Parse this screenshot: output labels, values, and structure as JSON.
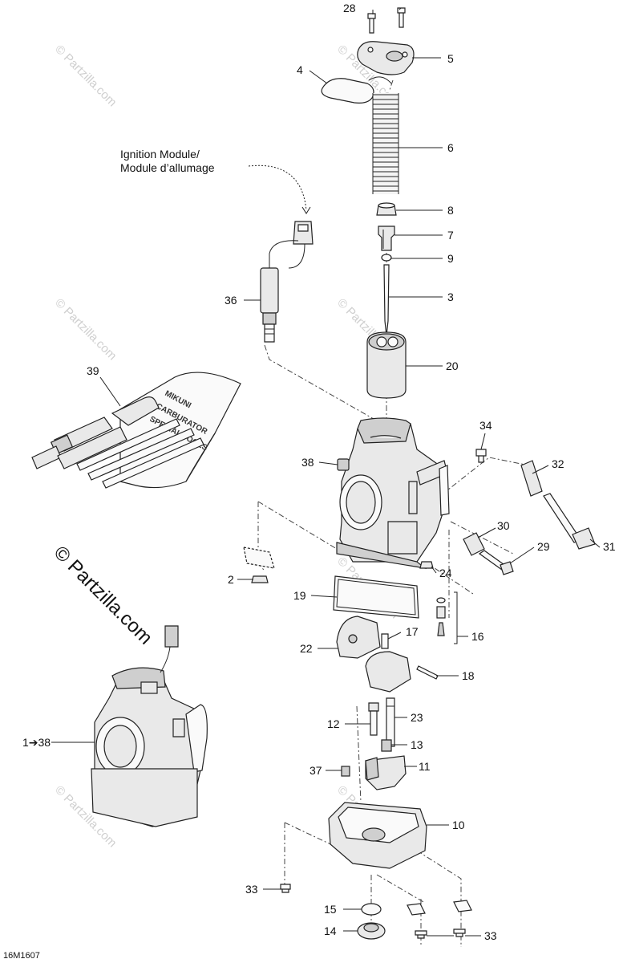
{
  "diagram": {
    "drawing_code": "16M1607",
    "annotation_lines": [
      "Ignition Module/",
      "Module d’allumage"
    ],
    "watermark": "© Partzilla.com",
    "assembly_label": "1➔38",
    "tool_kit_text": [
      "MIKUNI",
      "CARBURATOR",
      "SPECIAL TOOLS"
    ],
    "callouts": [
      {
        "id": "c28",
        "text": "28"
      },
      {
        "id": "c5",
        "text": "5"
      },
      {
        "id": "c4",
        "text": "4"
      },
      {
        "id": "c6",
        "text": "6"
      },
      {
        "id": "c8",
        "text": "8"
      },
      {
        "id": "c7",
        "text": "7"
      },
      {
        "id": "c9",
        "text": "9"
      },
      {
        "id": "c36",
        "text": "36"
      },
      {
        "id": "c3",
        "text": "3"
      },
      {
        "id": "c39",
        "text": "39"
      },
      {
        "id": "c20",
        "text": "20"
      },
      {
        "id": "c34",
        "text": "34"
      },
      {
        "id": "c38",
        "text": "38"
      },
      {
        "id": "c32",
        "text": "32"
      },
      {
        "id": "c31",
        "text": "31"
      },
      {
        "id": "c30",
        "text": "30"
      },
      {
        "id": "c29",
        "text": "29"
      },
      {
        "id": "c2",
        "text": "2"
      },
      {
        "id": "c24",
        "text": "24"
      },
      {
        "id": "c19",
        "text": "19"
      },
      {
        "id": "c17",
        "text": "17"
      },
      {
        "id": "c16",
        "text": "16"
      },
      {
        "id": "c22",
        "text": "22"
      },
      {
        "id": "c18",
        "text": "18"
      },
      {
        "id": "c23",
        "text": "23"
      },
      {
        "id": "c12",
        "text": "12"
      },
      {
        "id": "c13",
        "text": "13"
      },
      {
        "id": "c37",
        "text": "37"
      },
      {
        "id": "c11",
        "text": "11"
      },
      {
        "id": "c10",
        "text": "10"
      },
      {
        "id": "c33a",
        "text": "33"
      },
      {
        "id": "c15",
        "text": "15"
      },
      {
        "id": "c14",
        "text": "14"
      },
      {
        "id": "c33b",
        "text": "33"
      }
    ]
  }
}
